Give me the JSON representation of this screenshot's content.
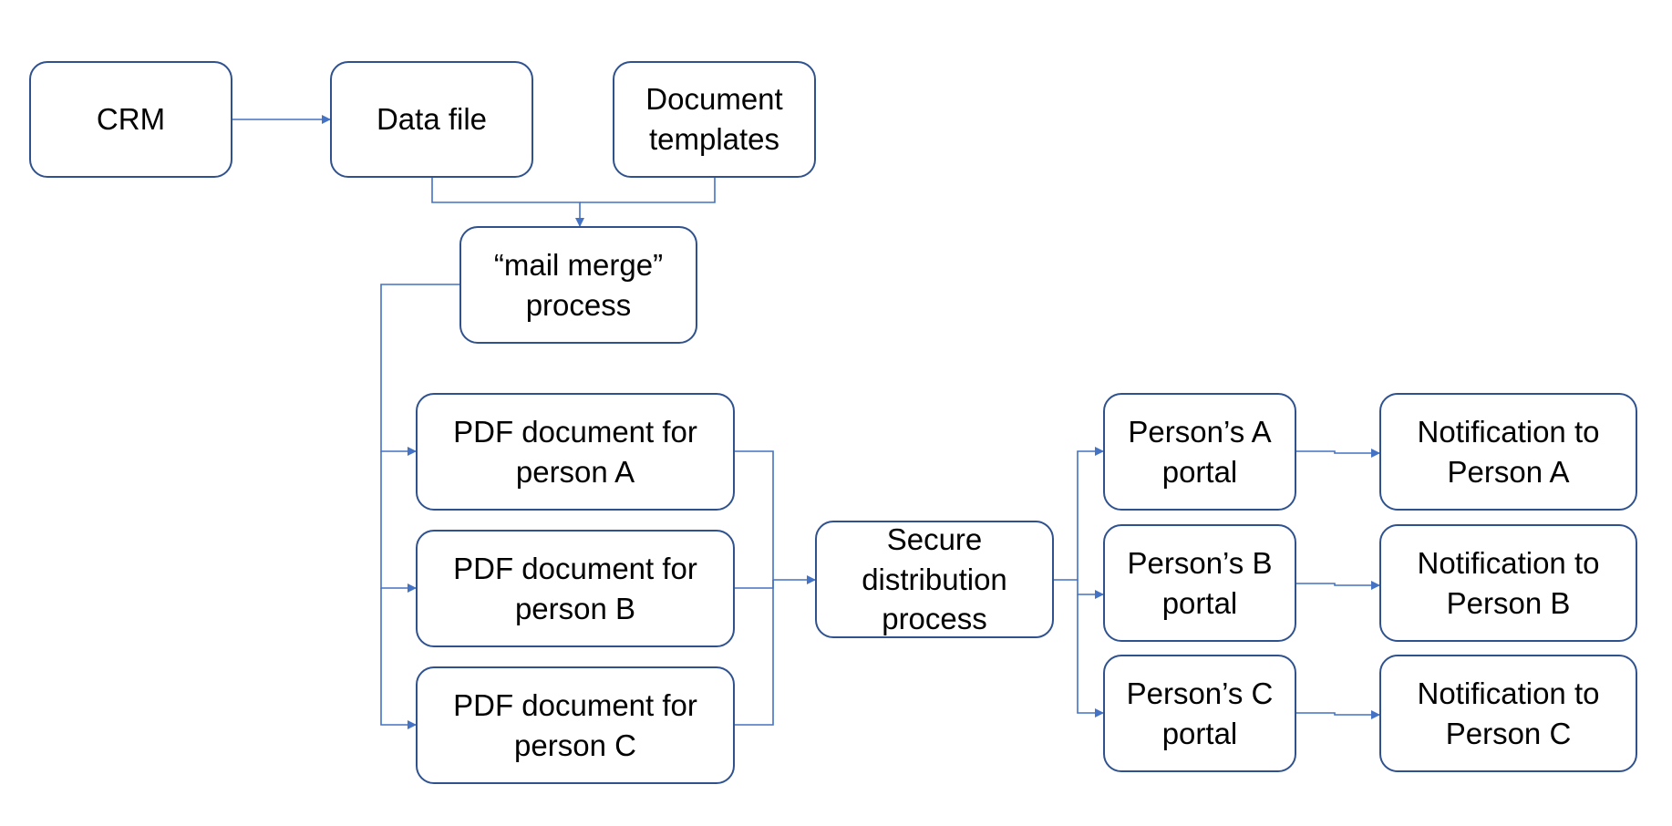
{
  "diagram": {
    "colors": {
      "node_border": "#2f528f",
      "connector": "#4472c4",
      "background": "#ffffff",
      "text": "#000000"
    },
    "nodes": {
      "crm": "CRM",
      "data_file": "Data file",
      "document_templates": "Document\ntemplates",
      "mail_merge": "“mail merge”\nprocess",
      "pdf_a": "PDF document for\nperson A",
      "pdf_b": "PDF document for\nperson B",
      "pdf_c": "PDF document for\nperson C",
      "secure_distribution": "Secure\ndistribution\nprocess",
      "portal_a": "Person’s A\nportal",
      "portal_b": "Person’s B\nportal",
      "portal_c": "Person’s C\nportal",
      "notification_a": "Notification to\nPerson A",
      "notification_b": "Notification to\nPerson B",
      "notification_c": "Notification to\nPerson C"
    },
    "edges": [
      {
        "from": "crm",
        "to": "data_file"
      },
      {
        "from": "data_file",
        "to": "mail_merge"
      },
      {
        "from": "document_templates",
        "to": "mail_merge"
      },
      {
        "from": "mail_merge",
        "to": "pdf_a"
      },
      {
        "from": "mail_merge",
        "to": "pdf_b"
      },
      {
        "from": "mail_merge",
        "to": "pdf_c"
      },
      {
        "from": "pdf_a",
        "to": "secure_distribution"
      },
      {
        "from": "pdf_b",
        "to": "secure_distribution"
      },
      {
        "from": "pdf_c",
        "to": "secure_distribution"
      },
      {
        "from": "secure_distribution",
        "to": "portal_a"
      },
      {
        "from": "secure_distribution",
        "to": "portal_b"
      },
      {
        "from": "secure_distribution",
        "to": "portal_c"
      },
      {
        "from": "portal_a",
        "to": "notification_a"
      },
      {
        "from": "portal_b",
        "to": "notification_b"
      },
      {
        "from": "portal_c",
        "to": "notification_c"
      }
    ]
  }
}
